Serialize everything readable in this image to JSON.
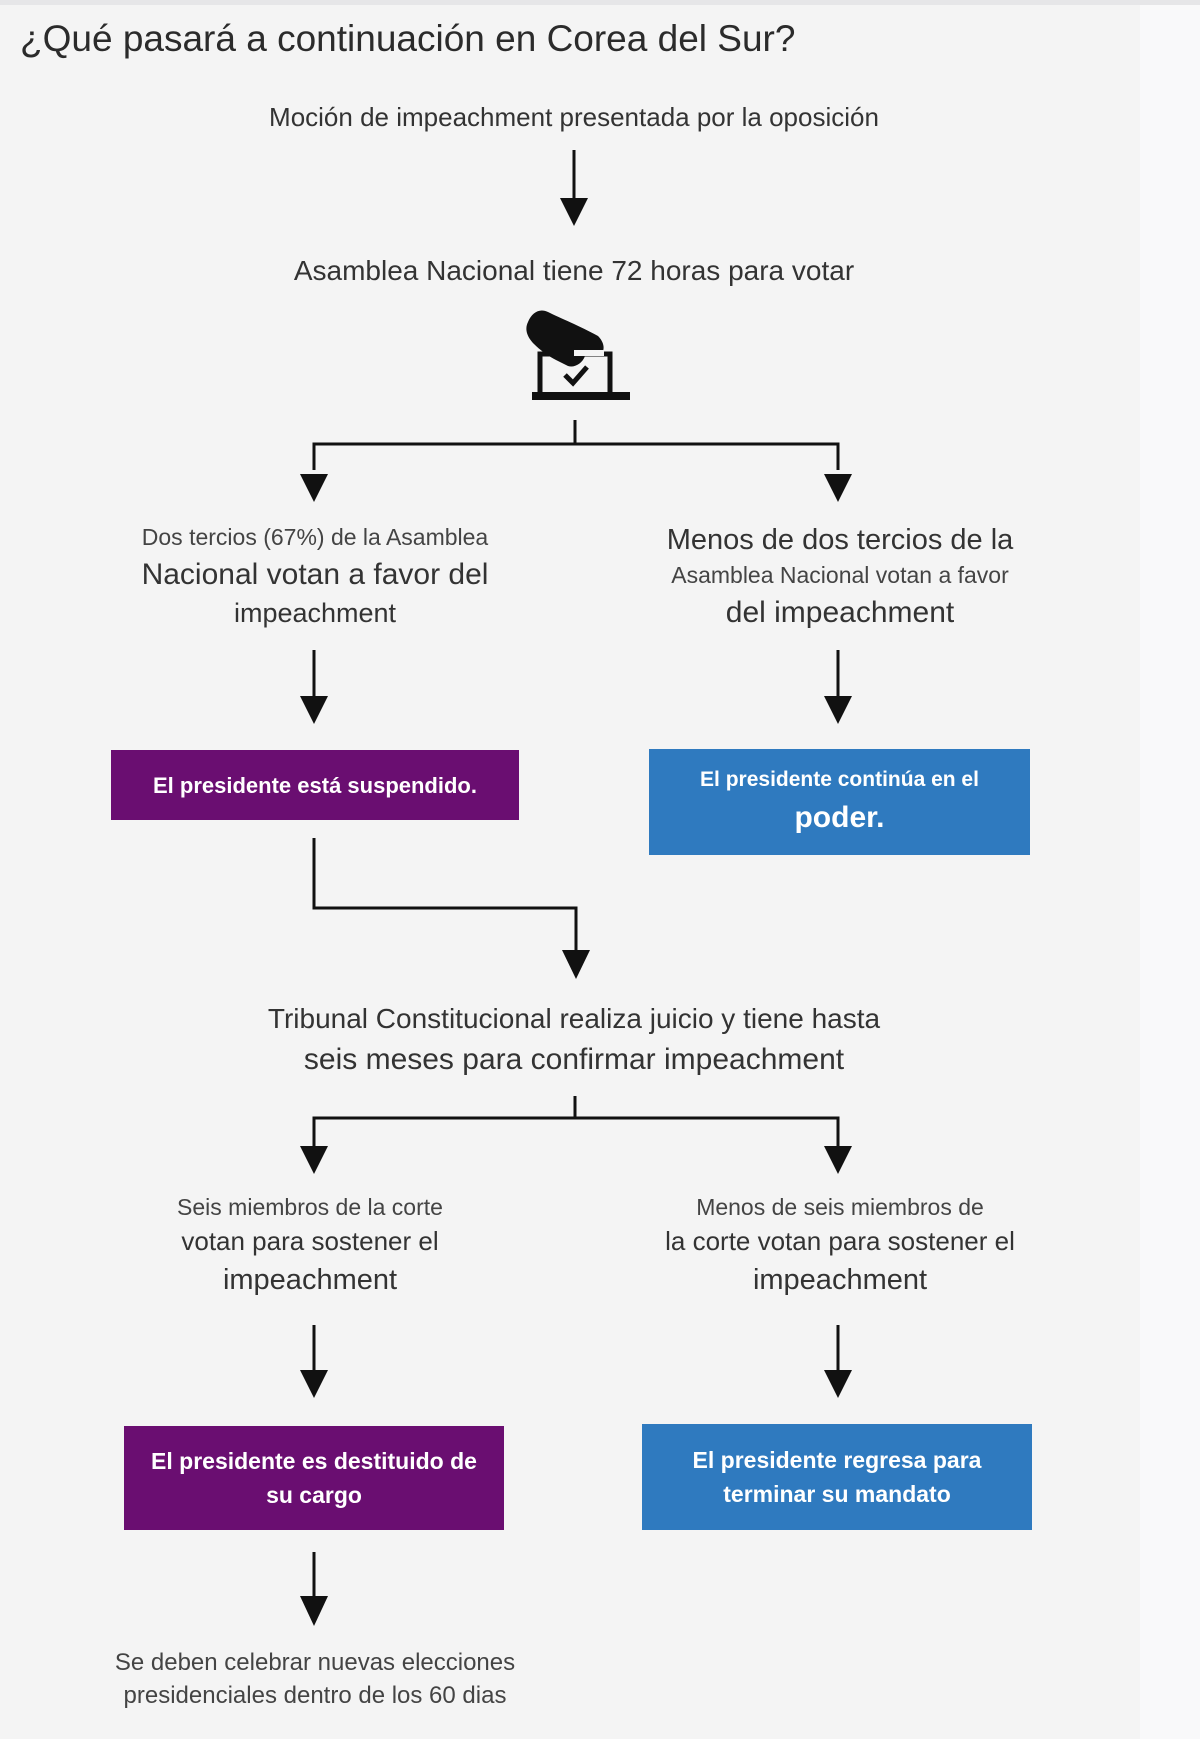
{
  "title": "¿Qué pasará a continuación en Corea del Sur?",
  "colors": {
    "removed_path": "#6a0e71",
    "stays_path": "#2f7abf",
    "background": "#f4f4f4",
    "arrow": "#111111"
  },
  "icon": "ballot-box-hand-icon",
  "steps": {
    "motion": "Moción de impeachment presentada por la oposición",
    "assembly_vote": "Asamblea Nacional tiene 72 horas para votar",
    "branch1_yes": [
      "Dos tercios (67%) de la Asamblea",
      "Nacional votan a favor del",
      "impeachment"
    ],
    "branch1_no": [
      "Menos de dos tercios de la",
      "Asamblea Nacional votan a favor",
      "del impeachment"
    ],
    "outcome1_yes": "El presidente está suspendido.",
    "outcome1_no": [
      "El presidente continúa en el",
      "poder."
    ],
    "court": [
      "Tribunal Constitucional realiza juicio y tiene hasta",
      "seis meses para confirmar impeachment"
    ],
    "branch2_yes": [
      "Seis miembros de la corte",
      "votan para sostener el",
      "impeachment"
    ],
    "branch2_no": [
      "Menos de seis miembros de",
      "la corte votan para sostener el",
      "impeachment"
    ],
    "outcome2_yes": [
      "El presidente es destituido de",
      "su cargo"
    ],
    "outcome2_no": [
      "El presidente regresa para",
      "terminar su mandato"
    ],
    "final": [
      "Se deben celebrar nuevas elecciones",
      "presidenciales dentro de los 60 dias"
    ]
  }
}
